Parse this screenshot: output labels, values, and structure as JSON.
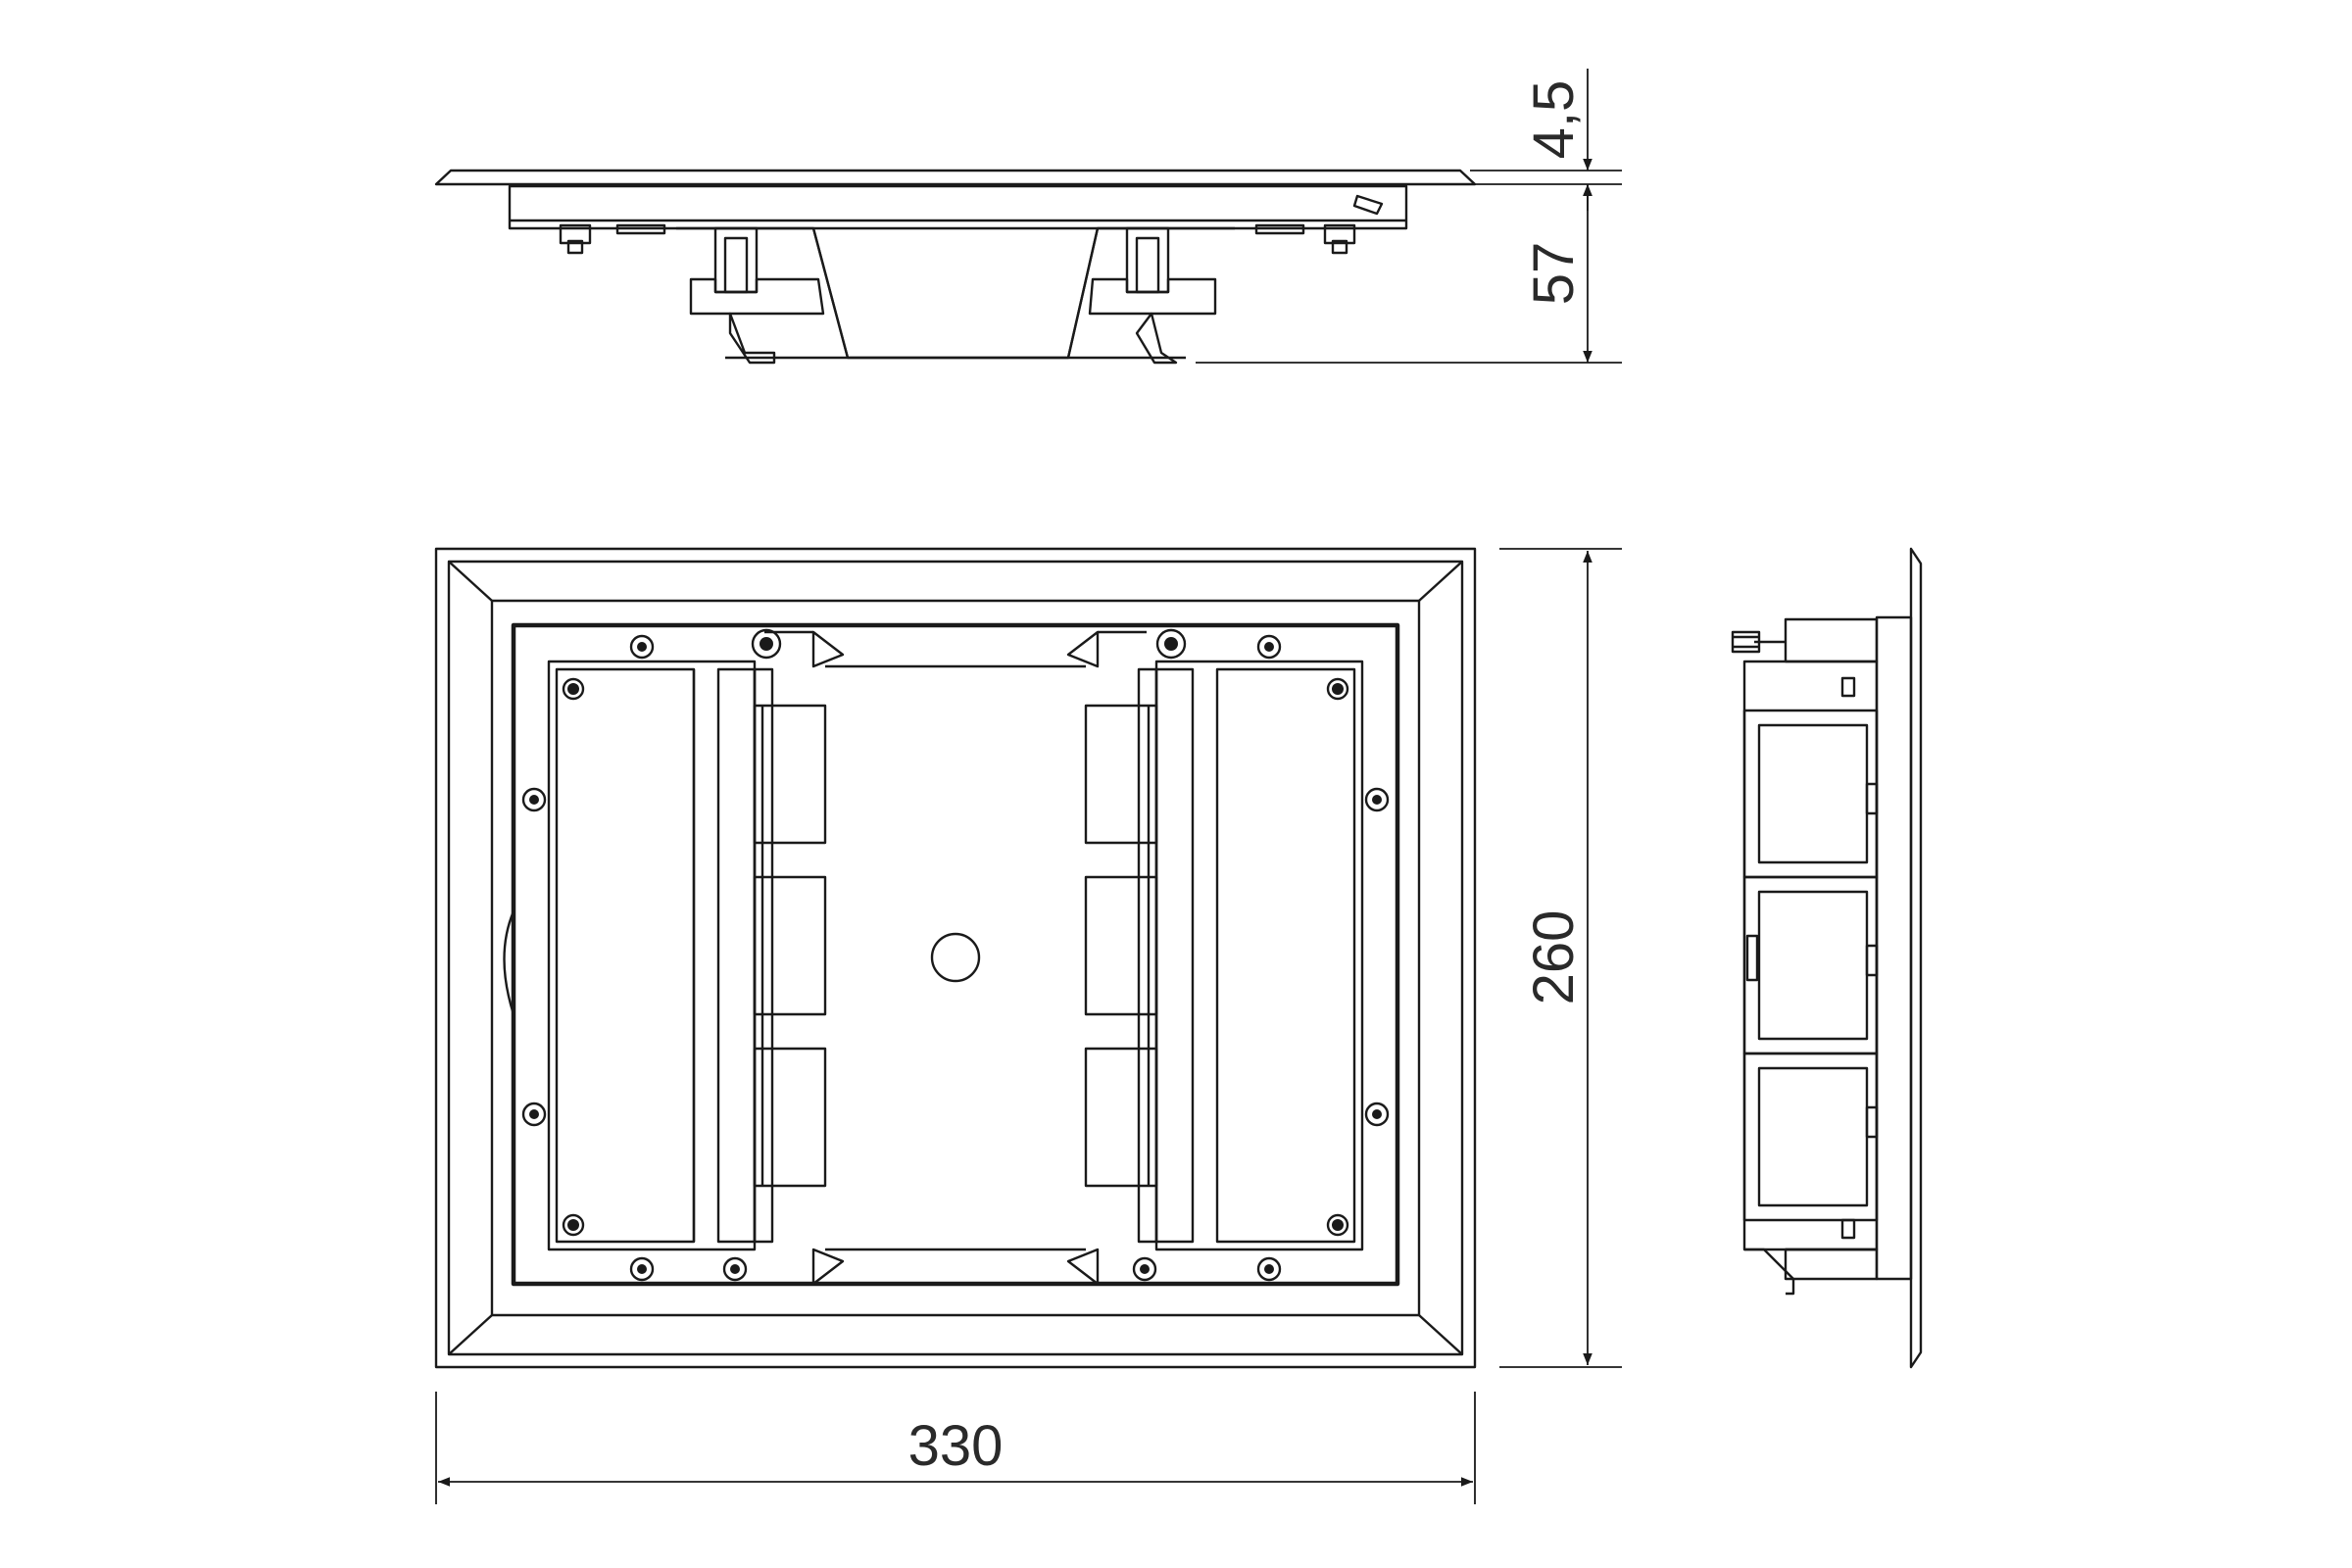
{
  "dimensions": {
    "frame_thickness": "4,5",
    "installation_depth": "57",
    "height": "260",
    "width": "330"
  }
}
